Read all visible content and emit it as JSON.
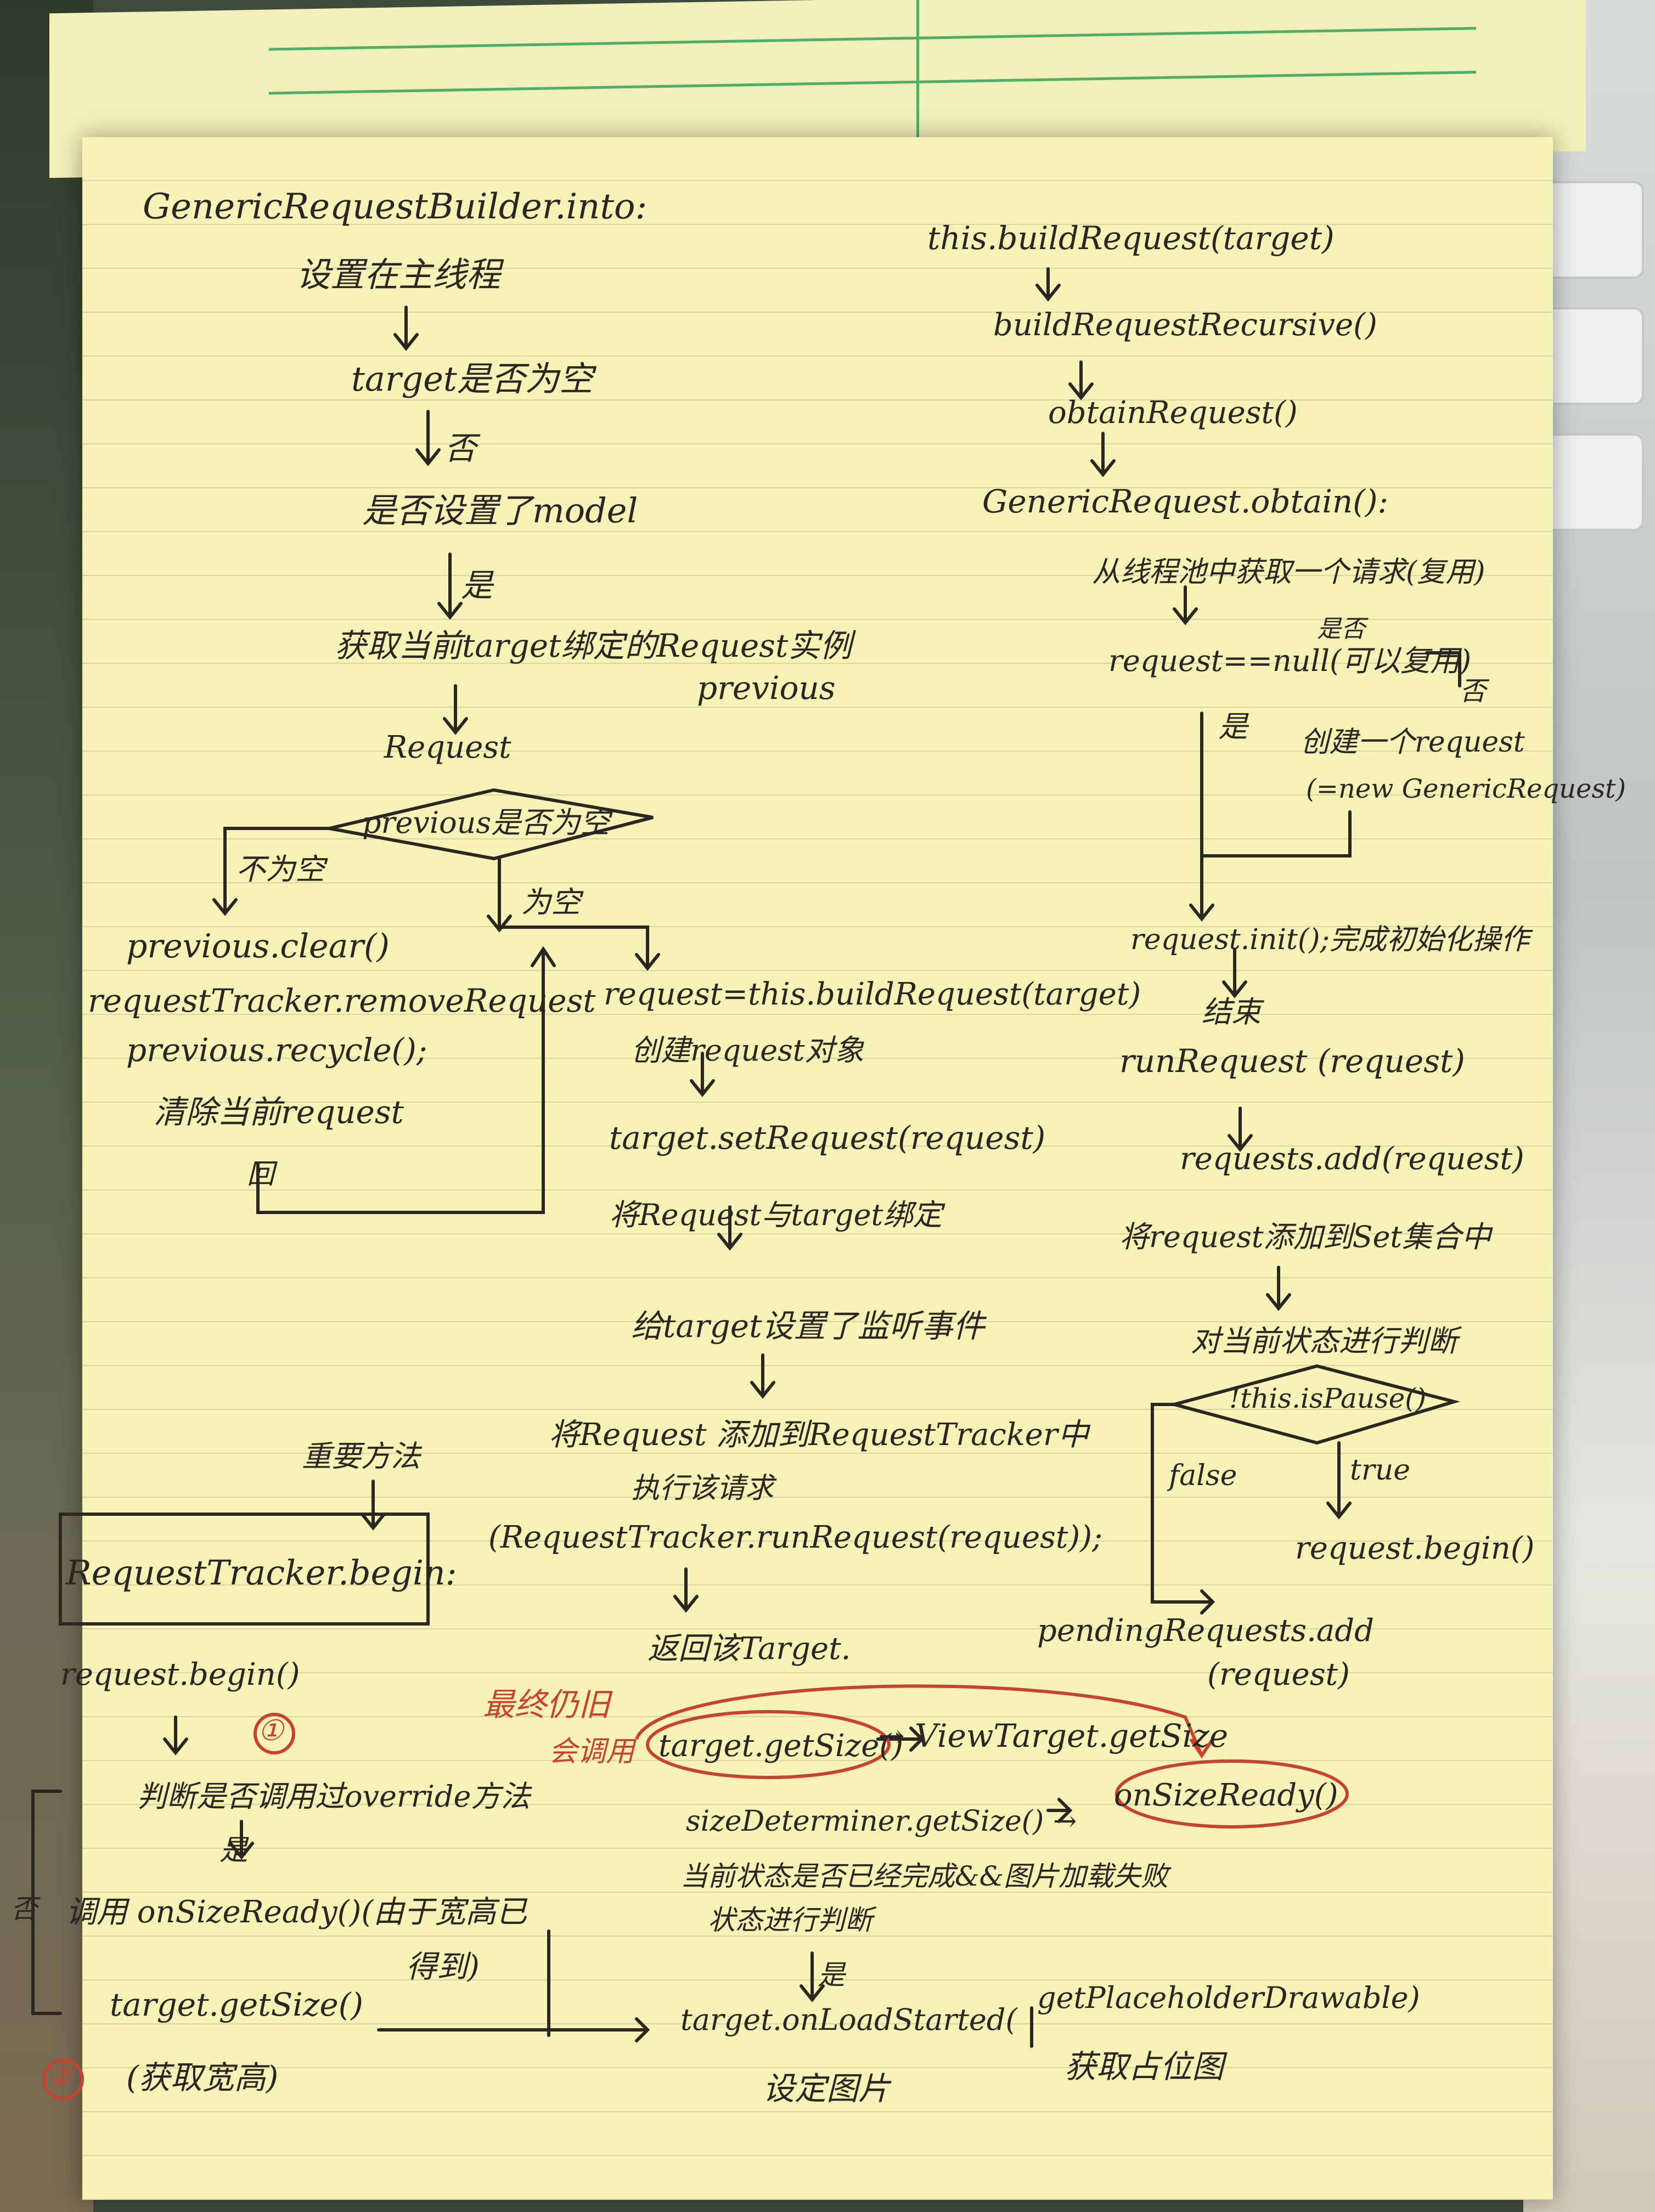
{
  "left_column": {
    "title": "GenericRequestBuilder.into:",
    "step1": "设置在主线程",
    "step2": "target是否为空",
    "step2_no": "否",
    "step3": "是否设置了model",
    "step3_yes": "是",
    "step4": "获取当前target绑定的Request实例",
    "step4_b": "previous",
    "request_label": "Request",
    "decision": "previous是否为空",
    "not_empty": "不为空",
    "empty": "为空",
    "clear": [
      "previous.clear()",
      "requestTracker.removeRequest",
      "previous.recycle();",
      "清除当前request"
    ],
    "back": "回"
  },
  "middle_column": {
    "build": "request=this.buildRequest(target)",
    "build_desc": "创建request对象",
    "set": "target.setRequest(request)",
    "set_desc": "将Request与target绑定",
    "listen": "给target设置了监听事件",
    "add": "将Request 添加到RequestTracker中",
    "exec": "执行该请求",
    "run": "(RequestTracker.runRequest(request));",
    "ret": "返回该Target."
  },
  "right_column": {
    "build": "this.buildRequest(target)",
    "recursive": "buildRequestRecursive()",
    "obtain": "obtainRequest()",
    "generic": "GenericRequest.obtain():",
    "pool": "从线程池中获取一个请求(复用)",
    "check": "request==null(可以复用)",
    "check_yes_top": "是否",
    "yes": "是",
    "no": "否",
    "create": "创建一个request",
    "create_b": "(=new GenericRequest)",
    "init": "request.init();完成初始化操作",
    "end": "结束",
    "run": "runRequest (request)",
    "add": "requests.add(request)",
    "add_desc": "将request添加到Set集合中",
    "judge": "对当前状态进行判断",
    "decision": "!this.isPause()",
    "false": "false",
    "true": "true",
    "begin": "request.begin()",
    "pending": [
      "pendingRequests.add",
      "(request)"
    ]
  },
  "bottom_left": {
    "important": "重要方法",
    "box": "RequestTracker.begin:",
    "begin": "request.begin()",
    "circle1": "①",
    "judge": "判断是否调用过override方法",
    "yes": "是",
    "no": "否",
    "call": "调用 onSizeReady()(由于宽高已",
    "call_b": "得到)",
    "getsize": "target.getSize()",
    "circle2": "②",
    "getsize_desc": "(获取宽高)"
  },
  "bottom_right": {
    "final_call_1": "最终仍旧",
    "final_call_2": "会调用",
    "getsize": "target.getSize()",
    "arrow_to": "→ ViewTarget.getSize",
    "size_det": "sizeDeterminer.getSize() →",
    "onsize": "onSizeReady()",
    "check": "当前状态是否已经完成&&图片加载失败",
    "check_b": "状态进行判断",
    "yes": "是",
    "onload": "target.onLoadStarted(",
    "placeholder": "getPlaceholderDrawable)",
    "onload_desc": "设定图片",
    "placeholder_desc": "获取占位图"
  }
}
